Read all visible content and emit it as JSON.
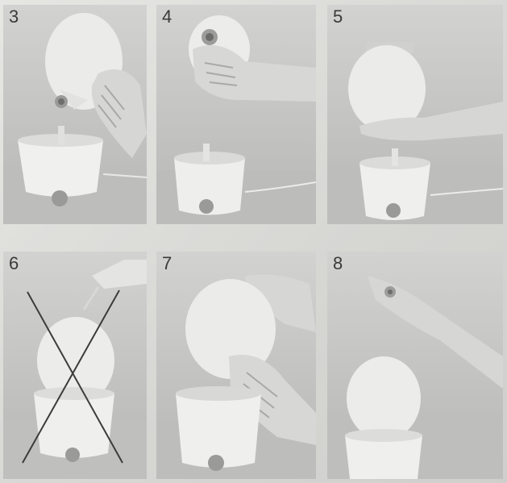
{
  "steps": [
    {
      "number": "3"
    },
    {
      "number": "4"
    },
    {
      "number": "5"
    },
    {
      "number": "6"
    },
    {
      "number": "7"
    },
    {
      "number": "8"
    }
  ]
}
